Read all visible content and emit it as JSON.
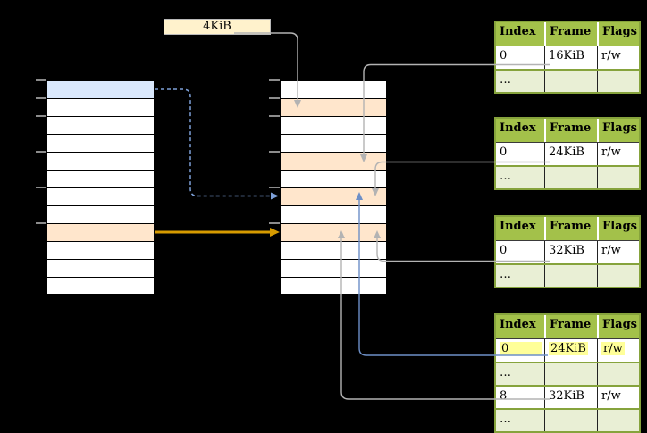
{
  "canvas": {
    "bg": "#000000"
  },
  "size_label": {
    "text": "4KiB"
  },
  "colors": {
    "canvas_bg": "#000000",
    "page_fill_blue": "#dae8fc",
    "frame_fill_orange": "#ffe6cc",
    "label_fill_cream": "#fff2cc",
    "table_header_green": "#a3c14a",
    "table_row_light_green": "#e9efd5",
    "table_border_green": "#86a33c",
    "highlight_yellow": "#ffff99",
    "connector_gray": "#b3b3b3",
    "connector_blue": "#6d8fc7",
    "dashed_blue": "#7da0d8",
    "arrow_orange": "#d79b00",
    "tick_gray": "#8c8c8c"
  },
  "virtual_memory_column": {
    "rows": [
      "#dae8fc",
      "#ffffff",
      "#ffffff",
      "#ffffff",
      "#ffffff",
      "#ffffff",
      "#ffffff",
      "#ffffff",
      "#ffe6cc",
      "#ffffff",
      "#ffffff",
      "#ffffff"
    ]
  },
  "physical_memory_column": {
    "rows": [
      "#ffffff",
      "#ffe6cc",
      "#ffffff",
      "#ffffff",
      "#ffe6cc",
      "#ffffff",
      "#ffe6cc",
      "#ffffff",
      "#ffe6cc",
      "#ffffff",
      "#ffffff",
      "#ffffff"
    ]
  },
  "tick_positions_y": [
    90,
    110,
    130,
    170,
    210,
    250
  ],
  "page_tables": [
    {
      "headers": [
        "Index",
        "Frame",
        "Flags"
      ],
      "rows": [
        {
          "cells": [
            "0",
            "16KiB",
            "r/w"
          ]
        },
        {
          "cells": [
            "…",
            "",
            ""
          ],
          "muted": true
        }
      ]
    },
    {
      "headers": [
        "Index",
        "Frame",
        "Flags"
      ],
      "rows": [
        {
          "cells": [
            "0",
            "24KiB",
            "r/w"
          ]
        },
        {
          "cells": [
            "…",
            "",
            ""
          ],
          "muted": true
        }
      ]
    },
    {
      "headers": [
        "Index",
        "Frame",
        "Flags"
      ],
      "rows": [
        {
          "cells": [
            "0",
            "32KiB",
            "r/w"
          ]
        },
        {
          "cells": [
            "…",
            "",
            ""
          ],
          "muted": true
        }
      ]
    },
    {
      "headers": [
        "Index",
        "Frame",
        "Flags"
      ],
      "highlight_row": 0,
      "rows": [
        {
          "cells": [
            "0",
            "24KiB",
            "r/w"
          ]
        },
        {
          "cells": [
            "…",
            "",
            ""
          ],
          "muted": true
        },
        {
          "cells": [
            "8",
            "32KiB",
            "r/w"
          ]
        },
        {
          "cells": [
            "…",
            "",
            ""
          ],
          "muted": true
        }
      ]
    }
  ]
}
